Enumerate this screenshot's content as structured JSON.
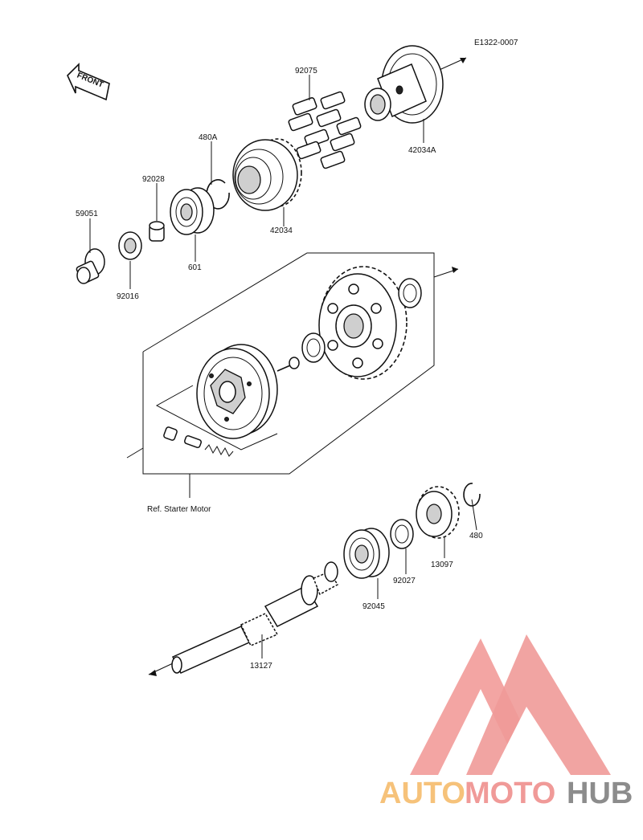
{
  "diagram_code": "E1322-0007",
  "front_label": "FRONT",
  "ref_label": "Ref. Starter Motor",
  "parts": {
    "p92075": "92075",
    "p42034A": "42034A",
    "p480A": "480A",
    "p42034": "42034",
    "p92028": "92028",
    "p59051": "59051",
    "p601": "601",
    "p92016": "92016",
    "p480": "480",
    "p13097": "13097",
    "p92027": "92027",
    "p92045": "92045",
    "p13127": "13127"
  },
  "watermark": {
    "part1": "AUTO",
    "part2": "MOTO",
    "part3": "HUB",
    "color1": "#f6c27a",
    "color2": "#f09a98",
    "color3": "#8c8c8c"
  }
}
